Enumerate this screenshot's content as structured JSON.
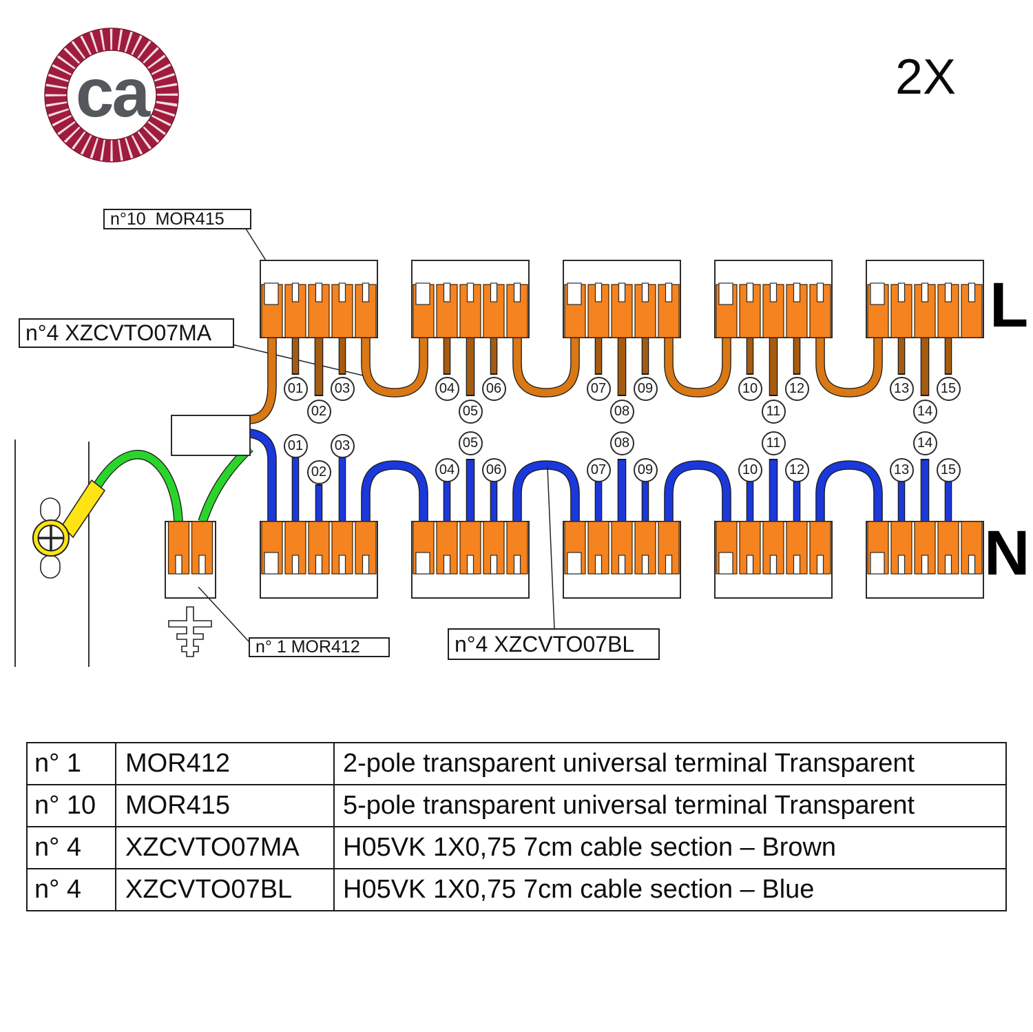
{
  "logo": {
    "text": "ca"
  },
  "quantity_note": "2X",
  "diagram": {
    "line_label": "L",
    "neutral_label": "N",
    "callouts": {
      "mor415": "n°10  MOR415",
      "xzcvto07ma": "n°4 XZCVTO07MA",
      "mor412": "n° 1 MOR412",
      "xzcvto07bl": "n°4 XZCVTO07BL"
    },
    "wire_numbers_L": [
      "01",
      "02",
      "03",
      "04",
      "05",
      "06",
      "07",
      "08",
      "09",
      "10",
      "11",
      "12",
      "13",
      "14",
      "15"
    ],
    "wire_numbers_N": [
      "01",
      "02",
      "03",
      "04",
      "05",
      "06",
      "07",
      "08",
      "09",
      "10",
      "11",
      "12",
      "13",
      "14",
      "15"
    ]
  },
  "colors": {
    "terminal_orange": "#F5831F",
    "cable_brown": "#D97814",
    "stub_brown": "#A55B10",
    "cable_blue": "#1B38DA",
    "cable_green": "#2BD42B",
    "eyelet_yellow": "#FFE414",
    "rope_red": "#A01C3D",
    "logo_gray": "#54585C"
  },
  "bom_table": {
    "rows": [
      {
        "qty": "n° 1",
        "code": "MOR412",
        "desc": "2-pole transparent universal terminal Transparent"
      },
      {
        "qty": "n° 10",
        "code": "MOR415",
        "desc": "5-pole transparent universal terminal Transparent"
      },
      {
        "qty": "n° 4",
        "code": "XZCVTO07MA",
        "desc": "H05VK 1X0,75 7cm cable section – Brown"
      },
      {
        "qty": "n° 4",
        "code": "XZCVTO07BL",
        "desc": "H05VK 1X0,75 7cm cable section – Blue"
      }
    ]
  }
}
